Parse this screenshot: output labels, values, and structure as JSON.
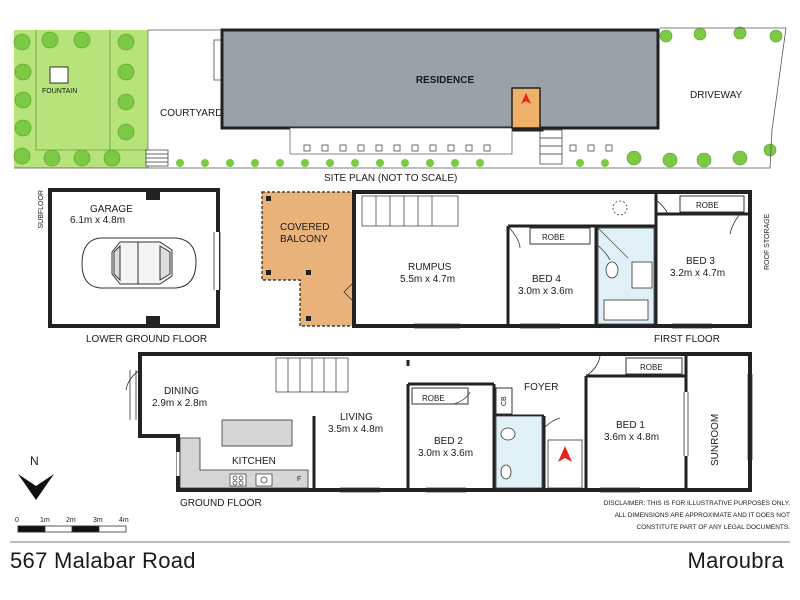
{
  "site_plan": {
    "residence": "RESIDENCE",
    "courtyard": "COURTYARD",
    "driveway": "DRIVEWAY",
    "fountain": "FOUNTAIN",
    "caption": "SITE PLAN (NOT TO SCALE)"
  },
  "lower_ground": {
    "caption": "LOWER GROUND FLOOR",
    "garage_name": "GARAGE",
    "garage_size": "6.1m x 4.8m",
    "subfloor": "SUBFLOOR"
  },
  "first_floor": {
    "caption": "FIRST FLOOR",
    "balcony_line1": "COVERED",
    "balcony_line2": "BALCONY",
    "rumpus_name": "RUMPUS",
    "rumpus_size": "5.5m x 4.7m",
    "bed4_name": "BED 4",
    "bed4_size": "3.0m x 3.6m",
    "robe_bed4": "ROBE",
    "bed3_name": "BED 3",
    "bed3_size": "3.2m x 4.7m",
    "robe_bed3": "ROBE",
    "roof_storage": "ROOF STORAGE"
  },
  "ground_floor": {
    "caption": "GROUND FLOOR",
    "dining_name": "DINING",
    "dining_size": "2.9m x 2.8m",
    "living_name": "LIVING",
    "living_size": "3.5m x 4.8m",
    "kitchen": "KITCHEN",
    "fridge": "F",
    "bed2_name": "BED 2",
    "bed2_size": "3.0m x 3.6m",
    "robe_bed2": "ROBE",
    "cb": "CB",
    "foyer": "FOYER",
    "bed1_name": "BED 1",
    "bed1_size": "3.6m x 4.8m",
    "robe_bed1": "ROBE",
    "sunroom": "SUNROOM"
  },
  "compass": {
    "north": "N"
  },
  "scale": {
    "labels": [
      "0",
      "1m",
      "2m",
      "3m",
      "4m"
    ]
  },
  "disclaimer": [
    "DISCLAIMER: THIS IS FOR ILLUSTRATIVE PURPOSES ONLY.",
    "ALL DIMENSIONS ARE APPROXIMATE AND IT DOES NOT",
    "CONSTITUTE PART OF ANY LEGAL DOCUMENTS."
  ],
  "footer": {
    "address": "567 Malabar Road",
    "suburb": "Maroubra"
  },
  "colors": {
    "wall": "#222222",
    "lawn": "#b6e37a",
    "tree": "#7cc943",
    "residence": "#9aa1a7",
    "balcony": "#e9b27a",
    "bathroom": "#dff1f7",
    "bench": "#d6d6d6",
    "marker": "#e8231c",
    "marker_bg": "#f0b16a"
  },
  "icons": [
    "car-icon",
    "north-arrow-icon",
    "location-marker-icon"
  ]
}
